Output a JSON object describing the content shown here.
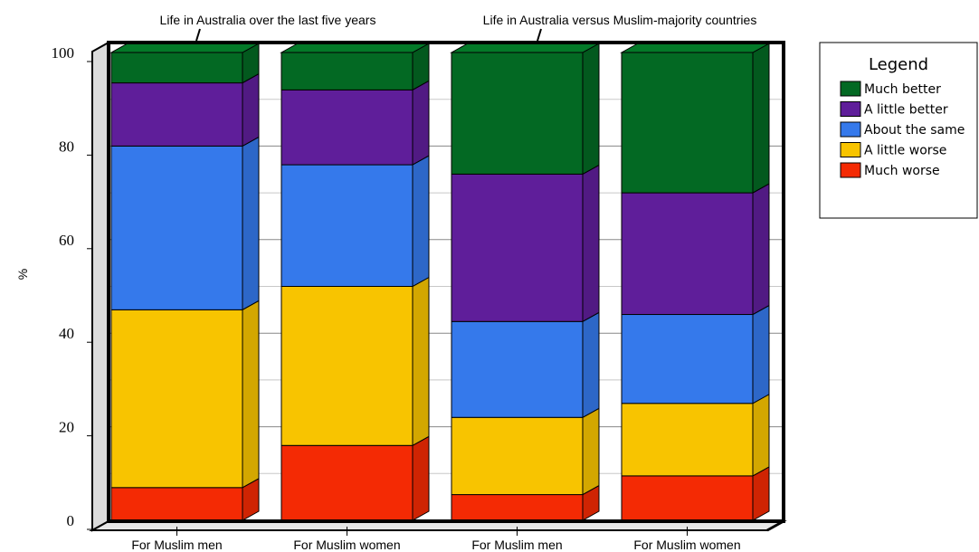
{
  "chart_data": {
    "type": "bar",
    "stacked": true,
    "three_d": true,
    "ylabel": "%",
    "ylim": [
      0,
      100
    ],
    "yticks": [
      0,
      20,
      40,
      60,
      80,
      100
    ],
    "grid": true,
    "categories": [
      "For Muslim men",
      "For Muslim women",
      "For Muslim men",
      "For Muslim women"
    ],
    "groups": [
      {
        "label": "Life in Australia over the last five years",
        "categories": [
          0,
          1
        ]
      },
      {
        "label": "Life in Australia versus Muslim-majority countries",
        "categories": [
          2,
          3
        ]
      }
    ],
    "series": [
      {
        "name": "Much worse",
        "color": "#f42a04",
        "values": [
          7,
          16,
          5.5,
          9.5
        ]
      },
      {
        "name": "A little worse",
        "color": "#f8c400",
        "values": [
          38,
          34,
          16.5,
          15.5
        ]
      },
      {
        "name": "About the same",
        "color": "#3579eb",
        "values": [
          35,
          26,
          20.5,
          19
        ]
      },
      {
        "name": "A little better",
        "color": "#5f1e9a",
        "values": [
          13.5,
          16,
          31.5,
          26
        ]
      },
      {
        "name": "Much better",
        "color": "#036923",
        "values": [
          6.5,
          8,
          26,
          30
        ]
      }
    ],
    "legend": {
      "title": "Legend",
      "placement": "right",
      "order": [
        4,
        3,
        2,
        1,
        0
      ]
    }
  }
}
